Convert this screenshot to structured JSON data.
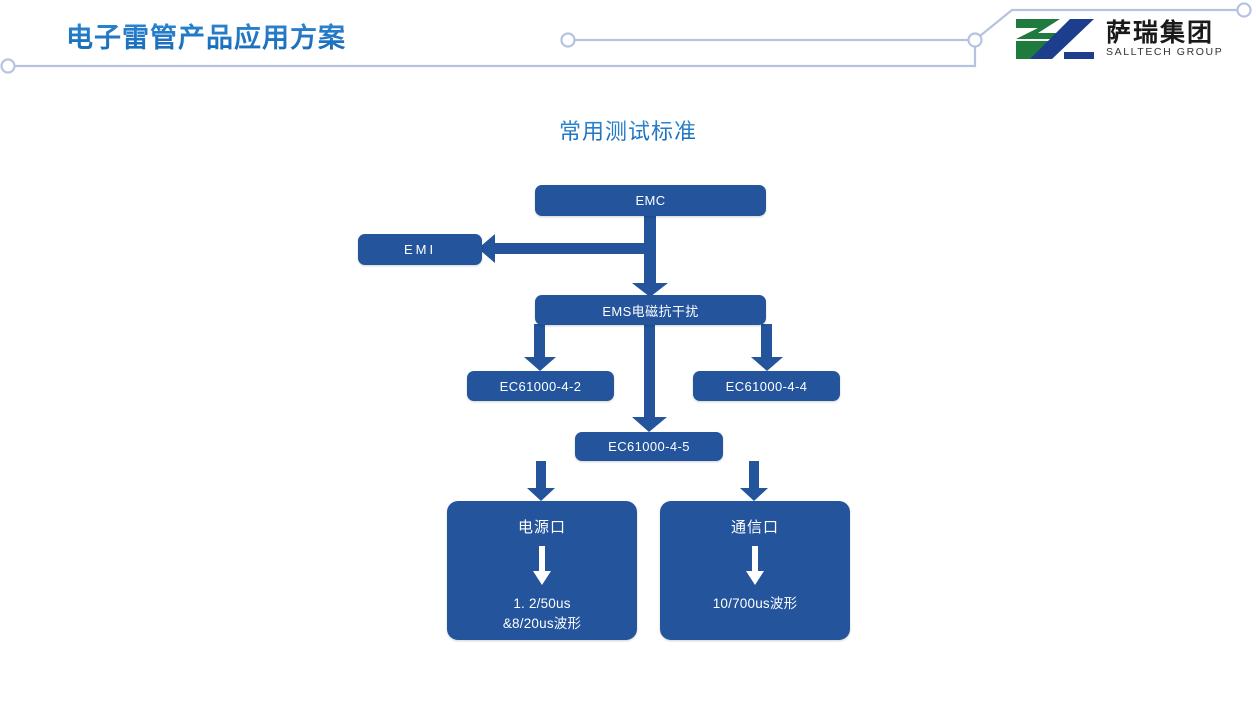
{
  "header": {
    "title": "电子雷管产品应用方案",
    "title_color": "#1f74c4",
    "line_color": "#b6c3e0",
    "logo": {
      "mark_green": "#1f7a3d",
      "mark_blue": "#1d3e8c",
      "name_cn": "萨瑞集团",
      "name_en": "SALLTECH GROUP"
    }
  },
  "section": {
    "title": "常用测试标准"
  },
  "flow": {
    "node_fill": "#23549c",
    "arrow_color": "#23549c",
    "nodes": [
      {
        "id": "emc",
        "label": "EMC"
      },
      {
        "id": "emi",
        "label": "EMI"
      },
      {
        "id": "ems",
        "label": "EMS电磁抗干扰"
      },
      {
        "id": "ec442",
        "label": "EC61000-4-2"
      },
      {
        "id": "ec444",
        "label": "EC61000-4-4"
      },
      {
        "id": "ec445",
        "label": "EC61000-4-5"
      },
      {
        "id": "power",
        "head": "电源口",
        "detail_line1": "1. 2/50us",
        "detail_line2": "&8/20us波形"
      },
      {
        "id": "comm",
        "head": "通信口",
        "detail_line1": "10/700us波形",
        "detail_line2": ""
      }
    ]
  }
}
